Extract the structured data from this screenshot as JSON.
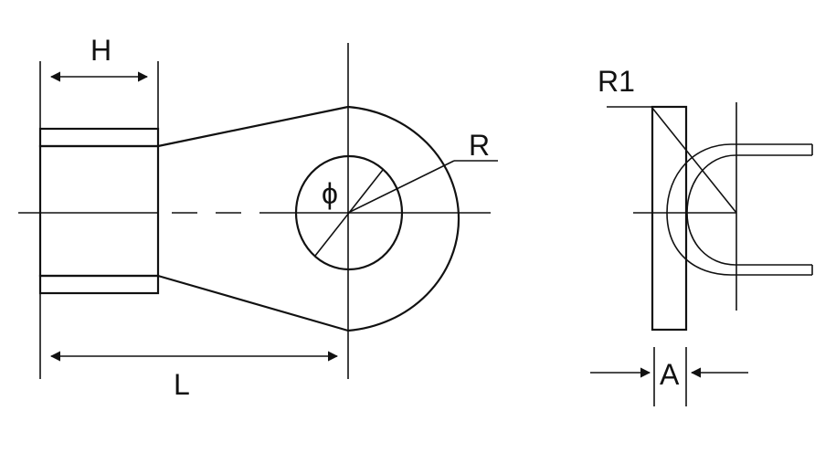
{
  "labels": {
    "h": "H",
    "l": "L",
    "r": "R",
    "phi": "ϕ",
    "r1": "R1",
    "a": "A"
  },
  "colors": {
    "stroke": "#111111",
    "background": "#ffffff"
  }
}
